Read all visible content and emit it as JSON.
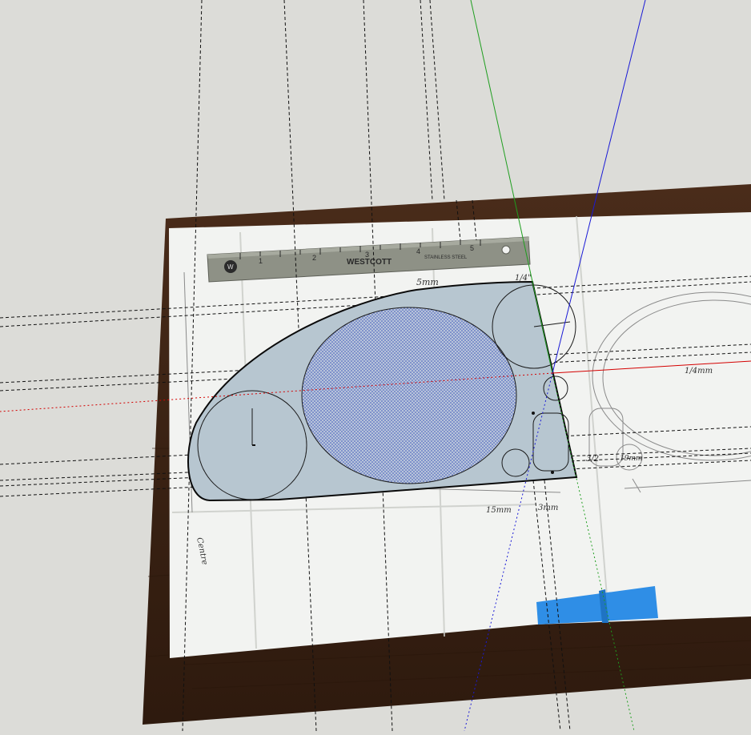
{
  "ruler": {
    "brand": "WESTCOTT",
    "subtitle": "STAINLESS STEEL",
    "inch_labels": [
      "1",
      "2",
      "3",
      "4",
      "5"
    ]
  },
  "paper_notes": [
    "5mm",
    "1/4\"",
    "15mm",
    "3mm",
    "3/2",
    "19mm",
    "1/4mm",
    "Centre"
  ],
  "colors": {
    "background": "#dcdcd8",
    "wood": "#3c2517",
    "paper": "#f2f3f1",
    "face_fill": "#b7c6d0",
    "axis_red": "#d40000",
    "axis_green": "#1f9e1f",
    "axis_blue": "#1a1ad6",
    "tape": "#2f8ee6"
  },
  "icons": [
    "westcott-logo-icon",
    "origin-axes-icon"
  ]
}
